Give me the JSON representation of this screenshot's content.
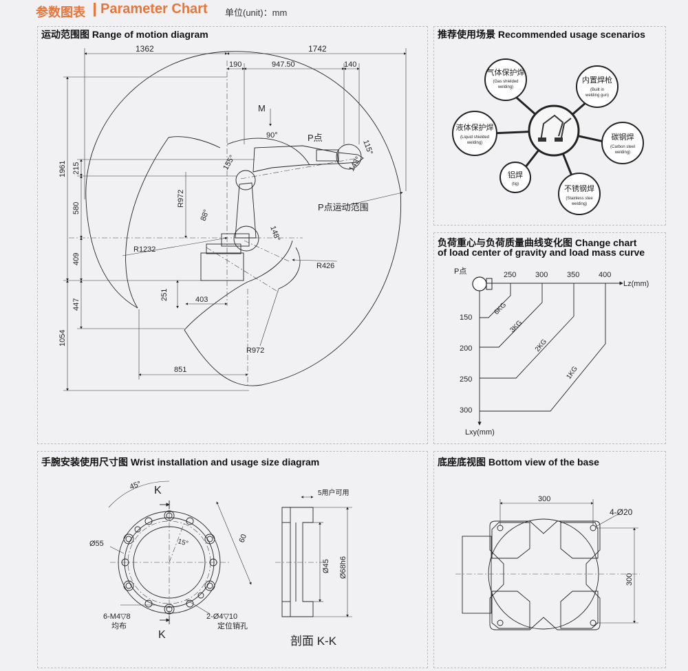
{
  "header": {
    "title_cn": "参数图表",
    "title_en": "Parameter Chart",
    "unit": "单位(unit)：mm"
  },
  "motion": {
    "title": "运动范围图   Range of motion diagram",
    "d1362": "1362",
    "d1742": "1742",
    "d190": "190",
    "d947": "947.50",
    "d140": "140",
    "d1961": "1961",
    "d215": "215",
    "d580": "580",
    "d409": "409",
    "d447": "447",
    "d1054": "1054",
    "d251": "251",
    "d403": "403",
    "d851": "851",
    "r972a": "R972",
    "r1232": "R1232",
    "r426": "R426",
    "r972b": "R972",
    "a90": "90°",
    "a155": "155°",
    "a88": "88°",
    "a148": "148°",
    "a115": "115°",
    "a143": "143°",
    "m": "M",
    "p": "P点",
    "prange": "P点运动范围"
  },
  "scenarios": {
    "title": "推荐使用场景 Recommended usage scenarios",
    "items": [
      {
        "cn": "气体保护焊",
        "en1": "(Gas shielded",
        "en2": "welding)"
      },
      {
        "cn": "内置焊枪",
        "en1": "(Built in",
        "en2": "welding gun)"
      },
      {
        "cn": "碳钢焊",
        "en1": "(Carbon steel",
        "en2": "welding)"
      },
      {
        "cn": "不锈钢焊",
        "en1": "(Stainless stee",
        "en2": "welding)"
      },
      {
        "cn": "铝焊",
        "en1": "(tig)",
        "en2": ""
      },
      {
        "cn": "液体保护焊",
        "en1": "(Liquid shielded",
        "en2": "welding)"
      }
    ]
  },
  "load": {
    "title1": "负荷重心与负荷质量曲线变化图   Change chart",
    "title2": "of load center of gravity and load mass curve",
    "p": "P点",
    "xaxis": "Lz(mm)",
    "yaxis": "Lxy(mm)",
    "xticks": [
      "250",
      "300",
      "350",
      "400"
    ],
    "yticks": [
      "150",
      "200",
      "250",
      "300"
    ],
    "curves": [
      "6KG",
      "3KG",
      "2KG",
      "1KG"
    ]
  },
  "wrist": {
    "title": "手腕安装使用尺寸图   Wrist installation and usage size diagram",
    "k": "K",
    "a45": "45°",
    "a15": "15°",
    "d55": "Ø55",
    "d60": "60",
    "m4": "6-M4▽8",
    "m4b": "均布",
    "pin": "2-Ø4▽10",
    "pinb": "定位销孔",
    "user": "5用户可用",
    "d45": "Ø45",
    "d68": "Ø68h6",
    "section": "剖面 K-K"
  },
  "base": {
    "title": "底座底视图   Bottom view of the base",
    "d300a": "300",
    "d300b": "300",
    "holes": "4-Ø20"
  }
}
